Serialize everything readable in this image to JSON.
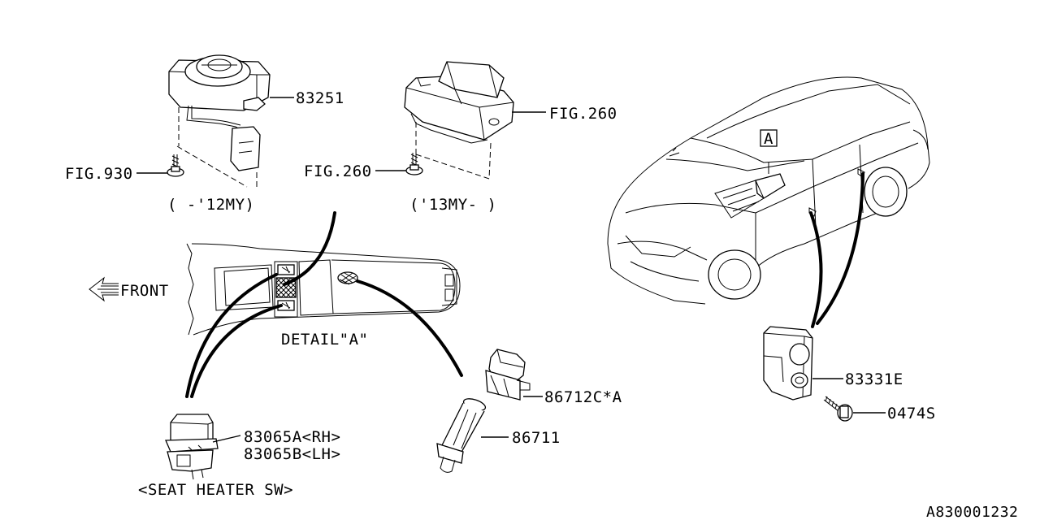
{
  "diagram_id": "A830001232",
  "labels": {
    "p83251": "83251",
    "fig260_top": "FIG.260",
    "fig930": "FIG.930",
    "fig260_bolt": "FIG.260",
    "range_old": "( -'12MY)",
    "range_new": "('13MY- )",
    "front": "FRONT",
    "detail_a": "DETAIL\"A\"",
    "ref_a": "A",
    "p83331e": "83331E",
    "p0474s": "0474S",
    "p86712c": "86712C*A",
    "p86711": "86711",
    "p83065a": "83065A<RH>",
    "p83065b": "83065B<LH>",
    "seat_heater": "<SEAT HEATER SW>"
  }
}
